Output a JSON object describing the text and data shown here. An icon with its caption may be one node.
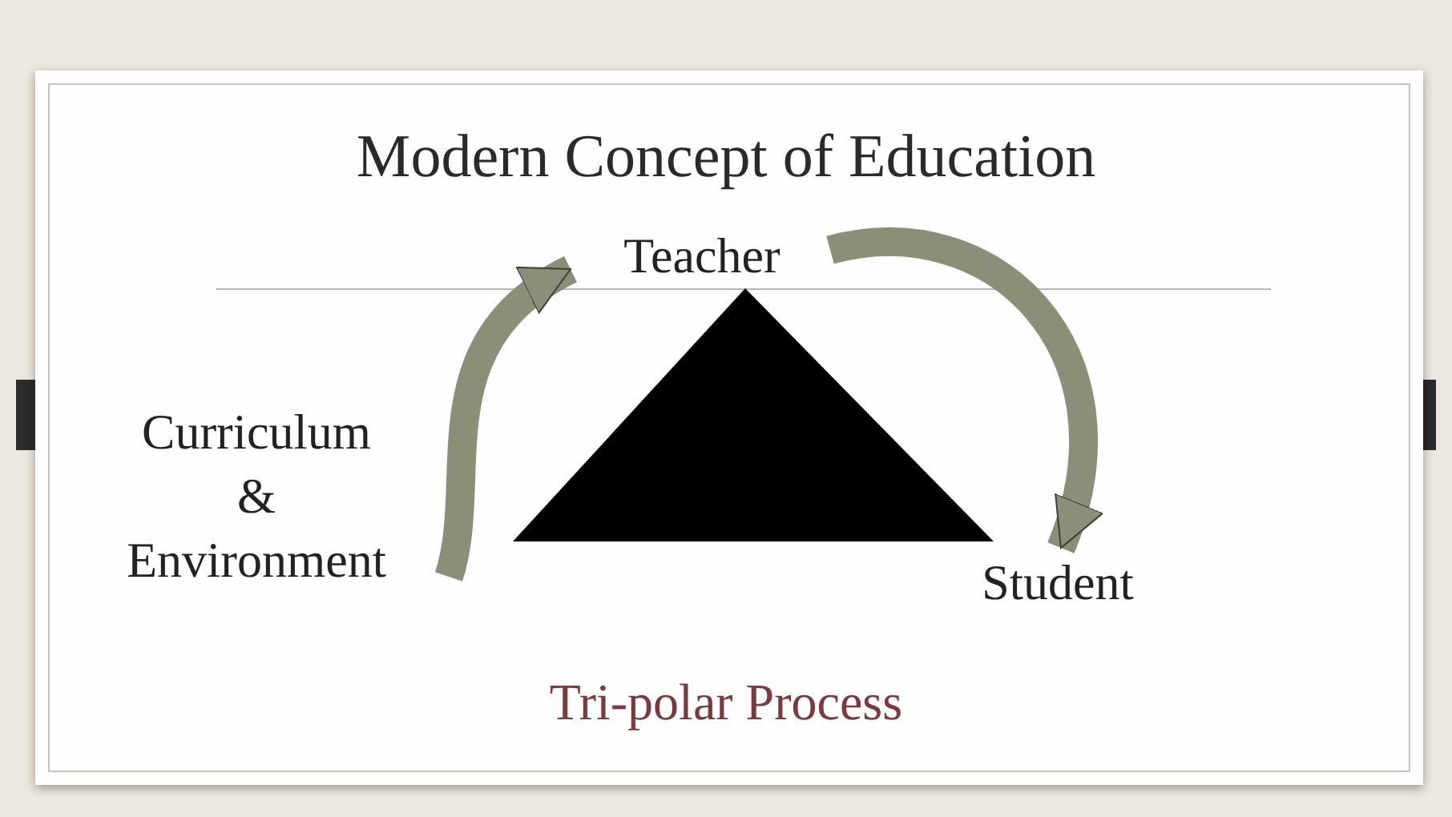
{
  "diagram": {
    "title": "Modern Concept of Education",
    "nodes": [
      {
        "text": [
          "Teacher"
        ]
      },
      {
        "text": [
          "Curriculum & Environment"
        ]
      },
      {
        "text": [],
        "shape": "triangle"
      },
      {
        "text": [
          "Student"
        ]
      }
    ],
    "edges": [
      {
        "from": 1,
        "to": 0,
        "arrow": "to"
      },
      {
        "from": 0,
        "to": 3,
        "arrow": "to"
      }
    ],
    "caption": "Tri-polar Process"
  }
}
